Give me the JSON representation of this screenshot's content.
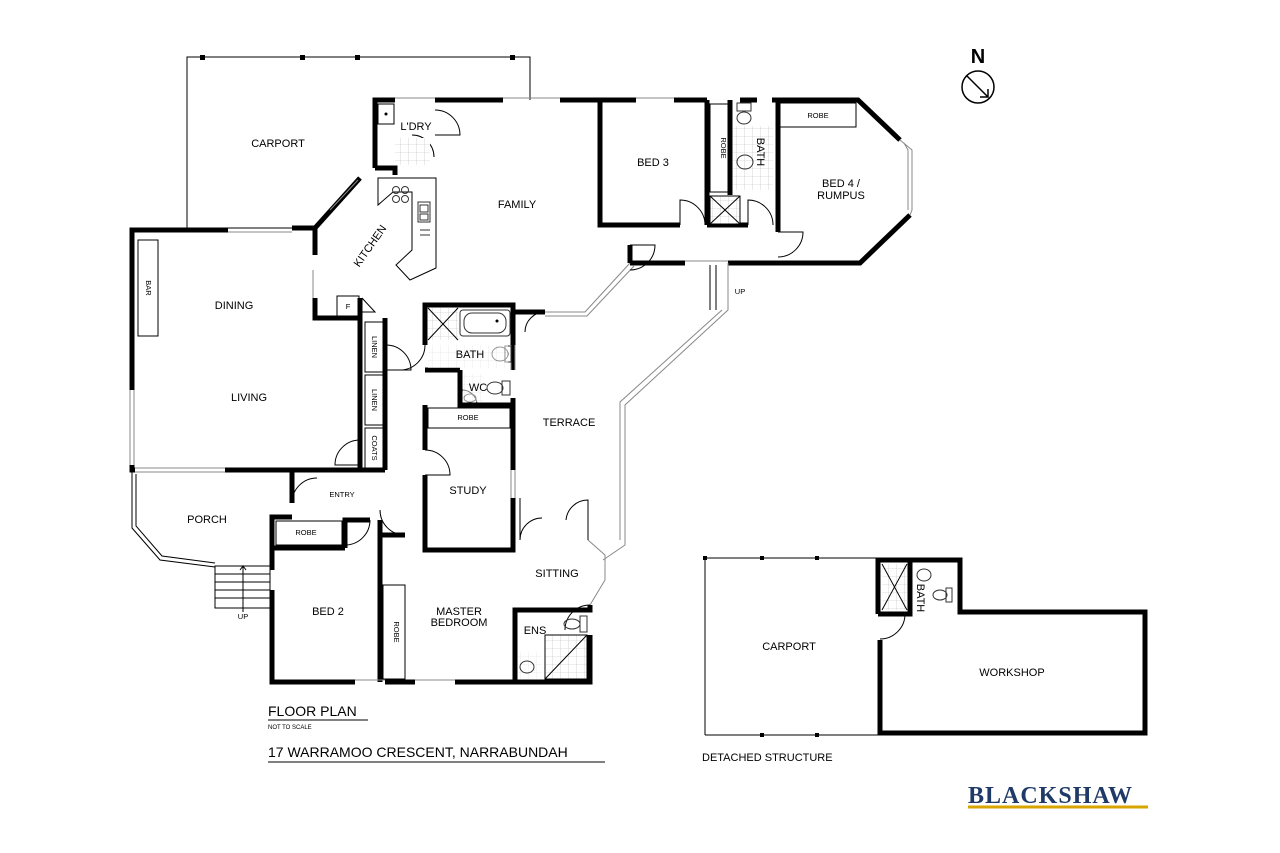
{
  "rooms": {
    "carport_main": "CARPORT",
    "laundry": "L'DRY",
    "family": "FAMILY",
    "bed3": "BED 3",
    "robe_bed3": "ROBE",
    "bath_upper": "BATH",
    "robe_bed4": "ROBE",
    "bed4_line1": "BED 4 /",
    "bed4_line2": "RUMPUS",
    "kitchen": "KITCHEN",
    "bar": "BAR",
    "dining": "DINING",
    "living": "LIVING",
    "fridge": "F",
    "linen1": "LINEN",
    "linen2": "LINEN",
    "coats": "COATS",
    "bath_mid": "BATH",
    "wc": "WC",
    "robe_study": "ROBE",
    "study": "STUDY",
    "terrace": "TERRACE",
    "entry": "ENTRY",
    "porch": "PORCH",
    "robe_bed2": "ROBE",
    "bed2": "BED 2",
    "robe_master": "ROBE",
    "master_line1": "MASTER",
    "master_line2": "BEDROOM",
    "sitting": "SITTING",
    "ens": "ENS",
    "up_terrace": "UP",
    "up_porch": "UP",
    "carport_detached": "CARPORT",
    "bath_detached": "BATH",
    "workshop": "WORKSHOP"
  },
  "compass": {
    "label": "N"
  },
  "footer": {
    "title": "FLOOR PLAN",
    "scale_note": "NOT TO SCALE",
    "address": "17 WARRAMOO CRESCENT, NARRABUNDAH",
    "detached_caption": "DETACHED STRUCTURE"
  },
  "brand": {
    "name": "BLACKSHAW",
    "color": "#1f3a68"
  }
}
